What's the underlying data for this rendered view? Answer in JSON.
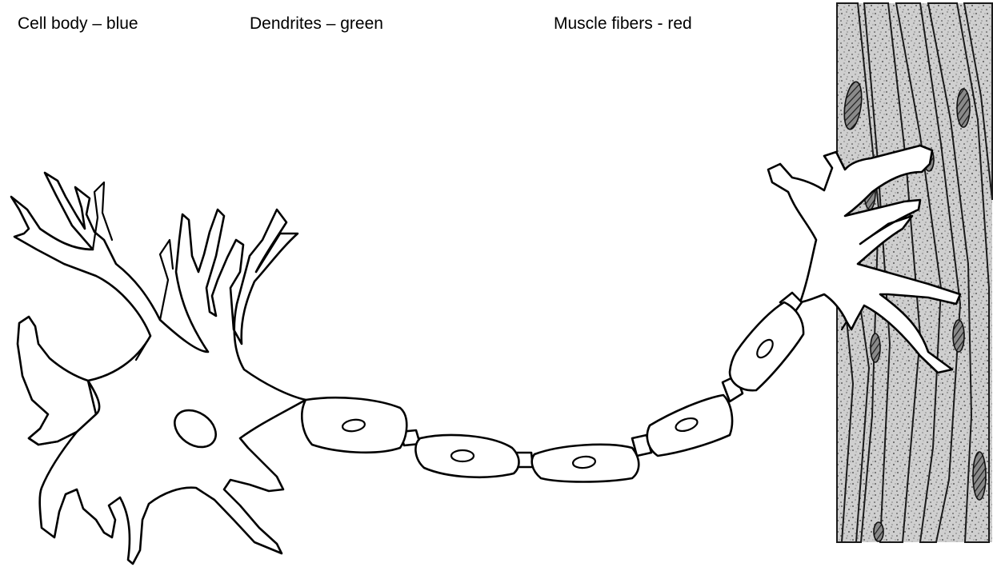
{
  "labels": {
    "cell_body": "Cell body – blue",
    "dendrites": "Dendrites – green",
    "muscle_fibers": "Muscle fibers - red"
  },
  "colors": {
    "background": "#ffffff",
    "line": "#000000",
    "muscle_fill": "#c9c9c9",
    "nucleus_fill": "#6a6a6a"
  }
}
